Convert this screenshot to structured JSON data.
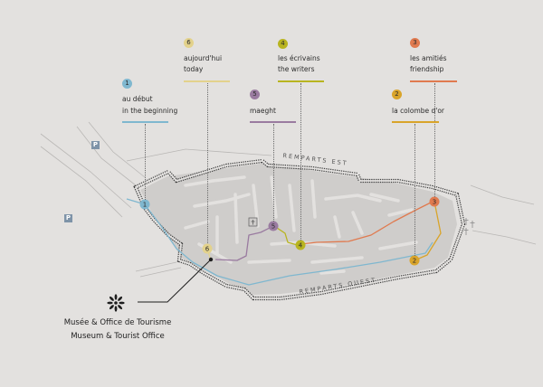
{
  "colors": {
    "background": "#e3e1df",
    "town": "#cfcdcb",
    "streets": "#e3e1df",
    "route_1": "#7fb7cf",
    "route_2": "#d9a42a",
    "route_3": "#e07a4f",
    "route_4": "#b8b420",
    "route_5": "#9a7ba0",
    "route_6": "#e3d28c",
    "parking": "#7e93a8"
  },
  "routes": [
    {
      "number": "1",
      "fr": "au début",
      "en": "in the beginning",
      "color": "#7fb7cf"
    },
    {
      "number": "2",
      "fr": "la colombe d'or",
      "en": "",
      "color": "#d9a42a"
    },
    {
      "number": "3",
      "fr": "les amitiés",
      "en": "friendship",
      "color": "#e07a4f"
    },
    {
      "number": "4",
      "fr": "les écrivains",
      "en": "the writers",
      "color": "#b8b420"
    },
    {
      "number": "5",
      "fr": "maeght",
      "en": "",
      "color": "#9a7ba0"
    },
    {
      "number": "6",
      "fr": "aujourd'hui",
      "en": "today",
      "color": "#e3d28c"
    }
  ],
  "ramparts": {
    "east": "REMPARTS EST",
    "west": "REMPARTS OUEST"
  },
  "parking": {
    "label": "P"
  },
  "office": {
    "fr": "Musée & Office de Tourisme",
    "en": "Museum & Tourist Office",
    "icon": "sun-flower-icon"
  },
  "landmarks": {
    "church": "church-icon",
    "cemetery": "cemetery-crosses-icon"
  }
}
